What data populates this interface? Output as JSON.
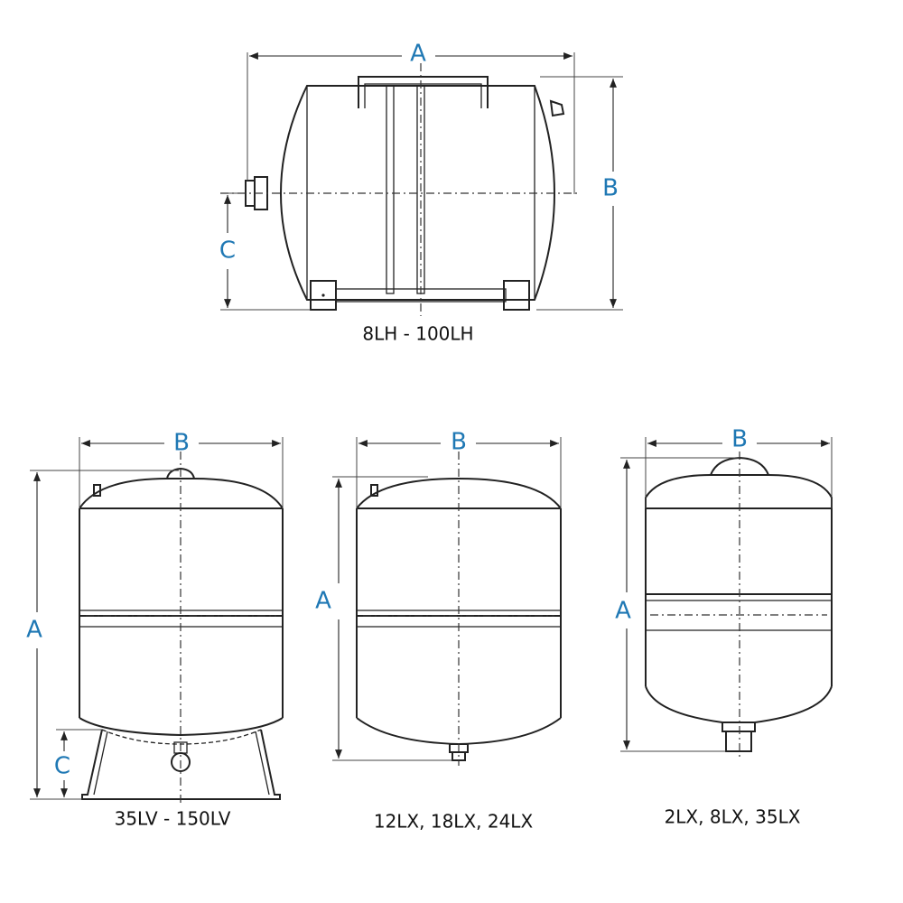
{
  "diagrams": [
    {
      "caption": "8LH - 100LH",
      "labels": {
        "a": "A",
        "b": "B",
        "c": "C"
      }
    },
    {
      "caption": "35LV - 150LV",
      "labels": {
        "a": "A",
        "b": "B",
        "c": "C"
      }
    },
    {
      "caption": "12LX, 18LX, 24LX",
      "labels": {
        "a": "A",
        "b": "B"
      }
    },
    {
      "caption": "2LX, 8LX, 35LX",
      "labels": {
        "a": "A",
        "b": "B"
      }
    }
  ],
  "colors": {
    "dimension_label": "#1f78b4",
    "line": "#222222"
  }
}
